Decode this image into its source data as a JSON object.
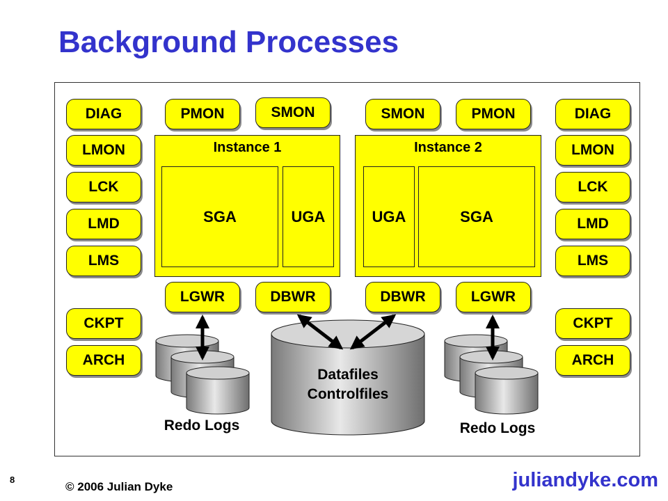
{
  "title": "Background Processes",
  "left_processes": [
    "DIAG",
    "LMON",
    "LCK",
    "LMD",
    "LMS",
    "CKPT",
    "ARCH"
  ],
  "right_processes": [
    "DIAG",
    "LMON",
    "LCK",
    "LMD",
    "LMS",
    "CKPT",
    "ARCH"
  ],
  "instance1": {
    "label": "Instance 1",
    "top_left": "PMON",
    "top_right": "SMON",
    "sga": "SGA",
    "uga": "UGA",
    "bottom_left": "LGWR",
    "bottom_right": "DBWR"
  },
  "instance2": {
    "label": "Instance 2",
    "top_left": "SMON",
    "top_right": "PMON",
    "uga": "UGA",
    "sga": "SGA",
    "bottom_left": "DBWR",
    "bottom_right": "LGWR"
  },
  "datafiles": {
    "line1": "Datafiles",
    "line2": "Controlfiles"
  },
  "redo_left": "Redo Logs",
  "redo_right": "Redo Logs",
  "footer": {
    "page_number": "8",
    "copyright": "© 2006 Julian Dyke",
    "site": "juliandyke.com"
  },
  "colors": {
    "title": "#3333cc",
    "box": "#ffff00",
    "site": "#3333cc"
  }
}
